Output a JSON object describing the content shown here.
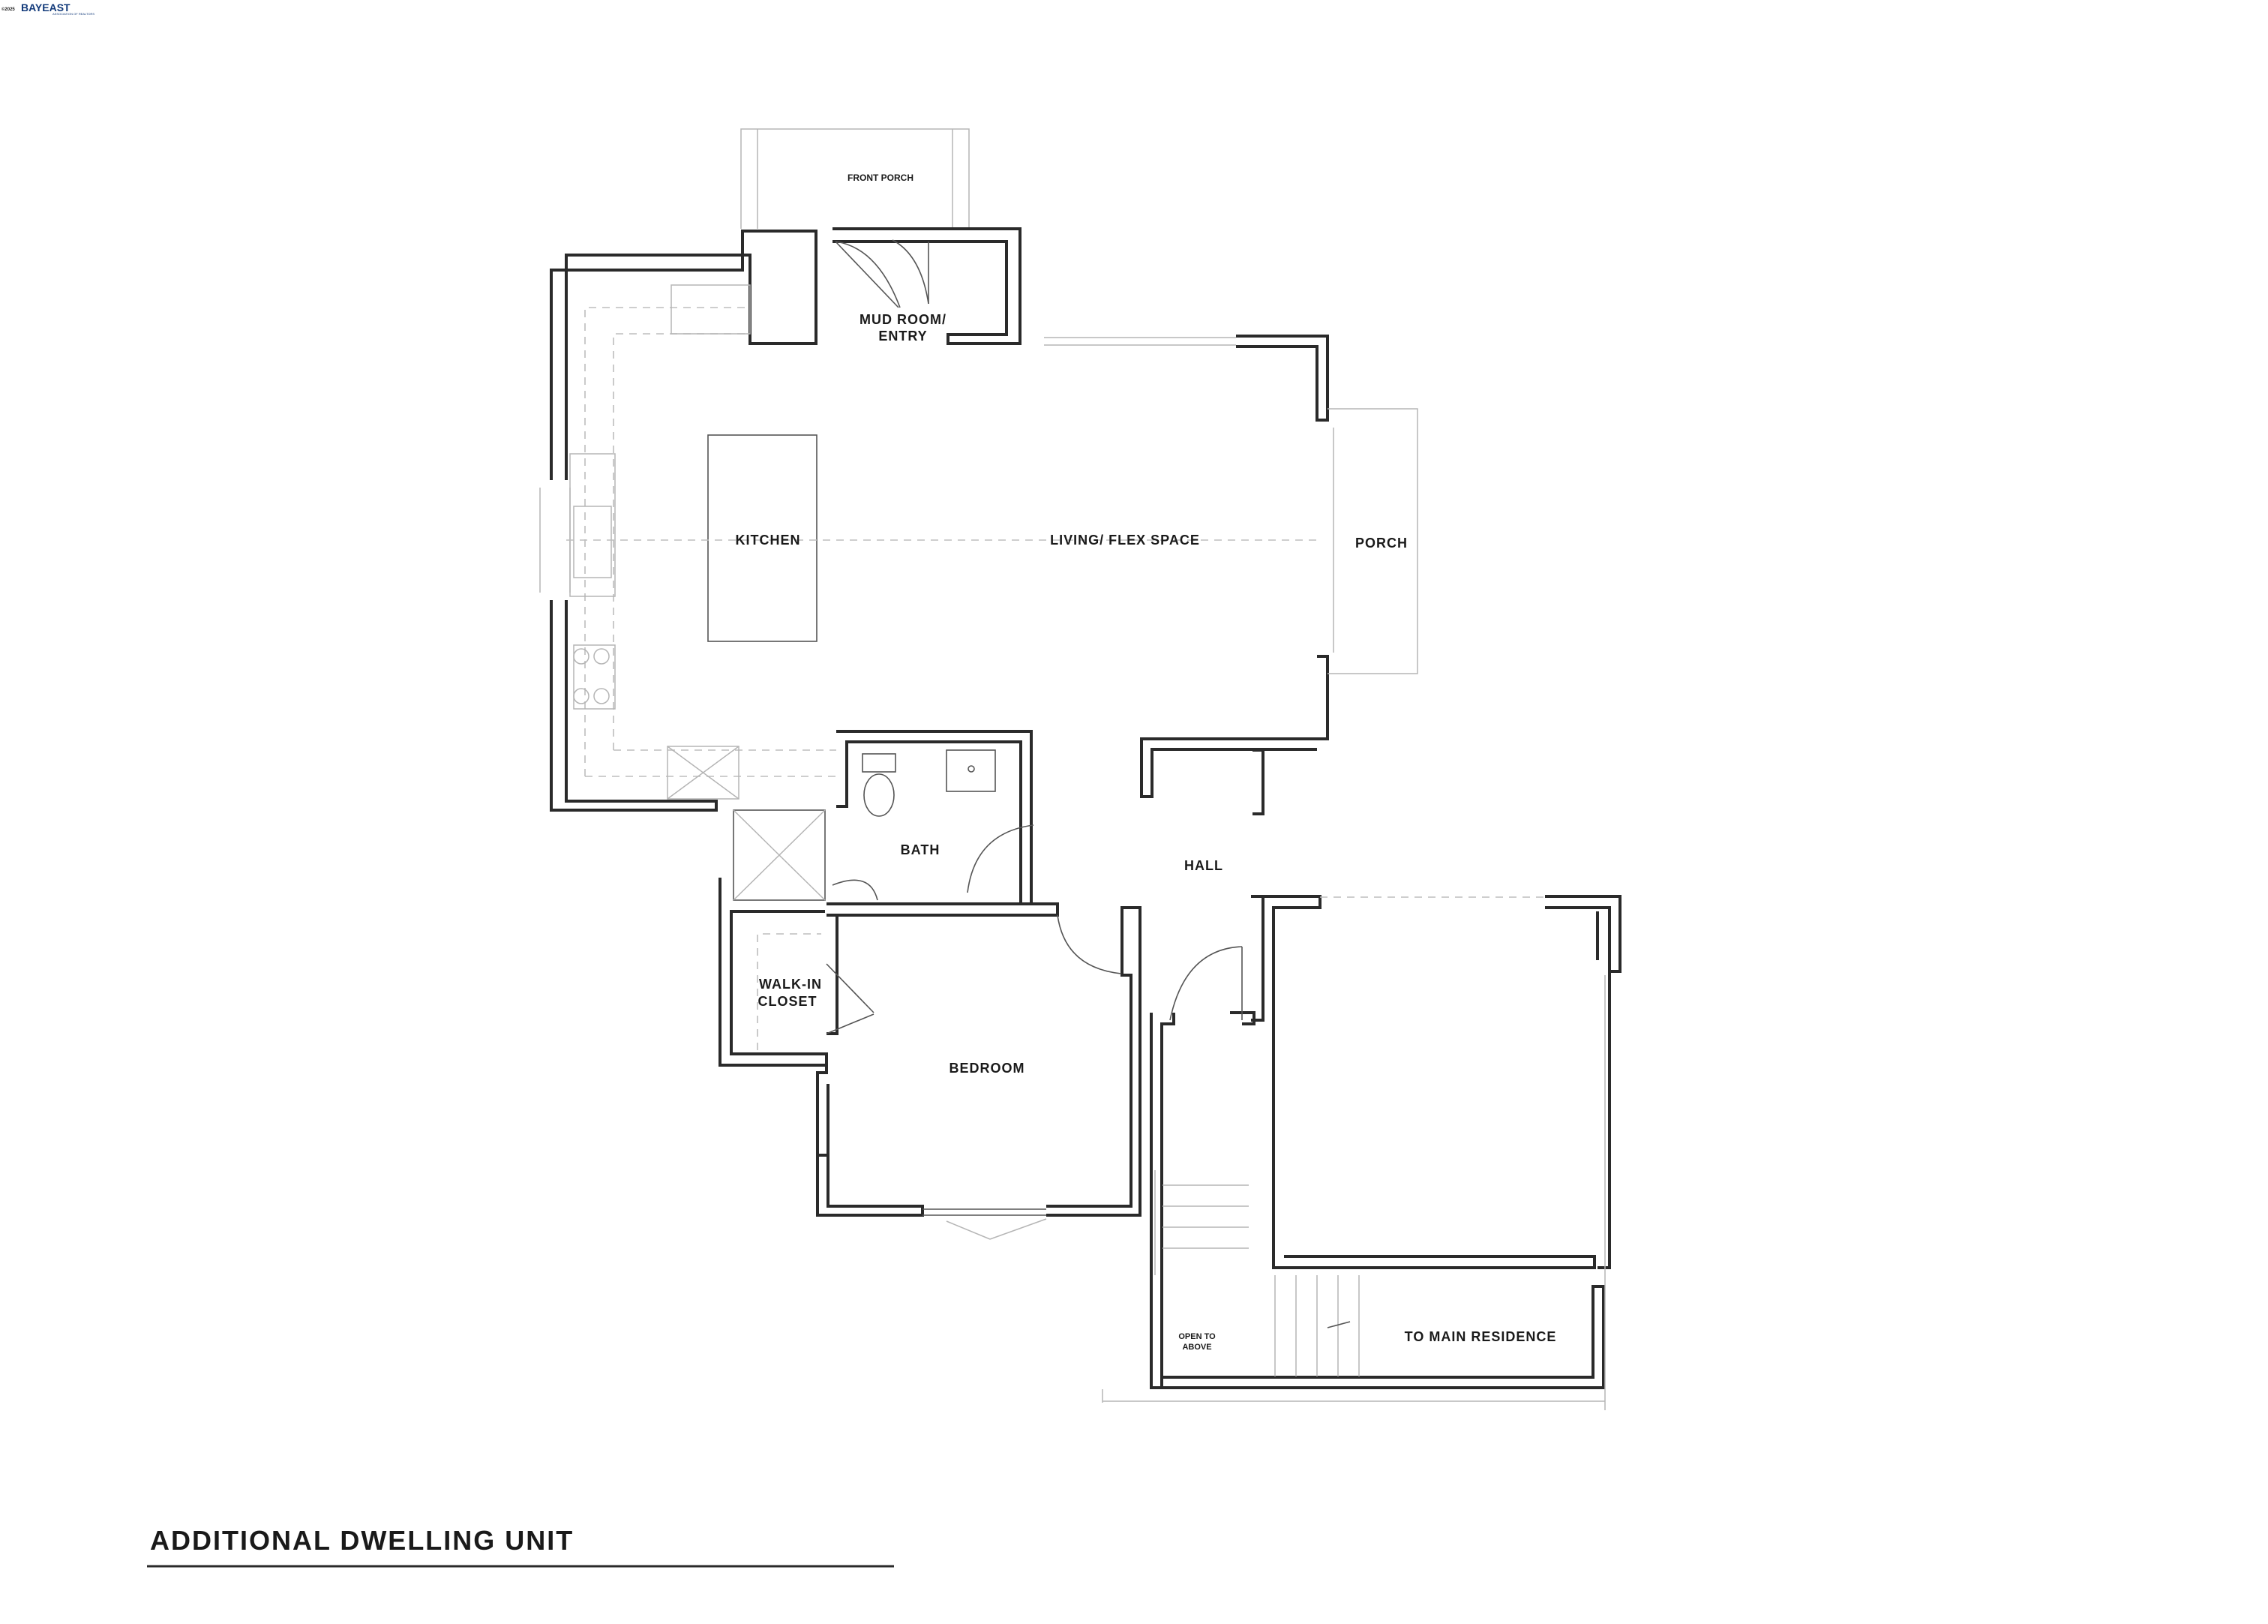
{
  "watermark": {
    "year": "©2025",
    "brand": "BAYEAST",
    "tagline": "ASSOCIATION OF REALTORS"
  },
  "title": "ADDITIONAL DWELLING UNIT",
  "rooms": {
    "front_porch": "FRONT PORCH",
    "mud_room_line1": "MUD ROOM/",
    "mud_room_line2": "ENTRY",
    "kitchen": "KITCHEN",
    "living": "LIVING/ FLEX SPACE",
    "porch": "PORCH",
    "bath": "BATH",
    "hall": "HALL",
    "walk_in_line1": "WALK-IN",
    "walk_in_line2": "CLOSET",
    "bedroom": "BEDROOM",
    "open_to_above_line1": "OPEN TO",
    "open_to_above_line2": "ABOVE",
    "to_main_residence": "TO MAIN RESIDENCE"
  }
}
